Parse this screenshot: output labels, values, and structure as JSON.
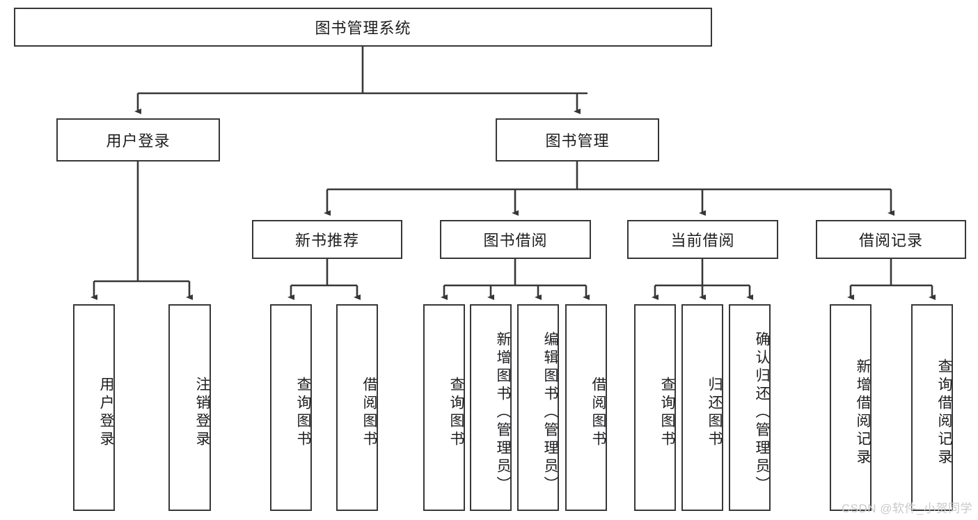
{
  "diagram": {
    "type": "tree-hierarchy-chart",
    "title": "图书管理系统",
    "line_color": "#37373a",
    "box_fill": "#ffffff",
    "text_color": "#1d1d20",
    "root": {
      "label": "图书管理系统"
    },
    "level2": [
      {
        "label": "用户登录"
      },
      {
        "label": "图书管理"
      }
    ],
    "level3": [
      {
        "label": "新书推荐"
      },
      {
        "label": "图书借阅"
      },
      {
        "label": "当前借阅"
      },
      {
        "label": "借阅记录"
      }
    ],
    "leaves": {
      "user_login": [
        {
          "label": "用户登录"
        },
        {
          "label": "注销登录"
        }
      ],
      "new_book_recommend": [
        {
          "label": "查询图书"
        },
        {
          "label": "借阅图书"
        }
      ],
      "book_borrow": [
        {
          "label": "查询图书"
        },
        {
          "label": "新增图书（管理员）"
        },
        {
          "label": "编辑图书（管理员）"
        },
        {
          "label": "借阅图书"
        }
      ],
      "current_borrow": [
        {
          "label": "查询图书"
        },
        {
          "label": "归还图书"
        },
        {
          "label": "确认归还（管理员）"
        }
      ],
      "borrow_record": [
        {
          "label": "新增借阅记录"
        },
        {
          "label": "查询借阅记录"
        }
      ]
    }
  },
  "watermark": {
    "text": "CSDN @软件_小贺同学",
    "color": "#c9c9c9"
  }
}
